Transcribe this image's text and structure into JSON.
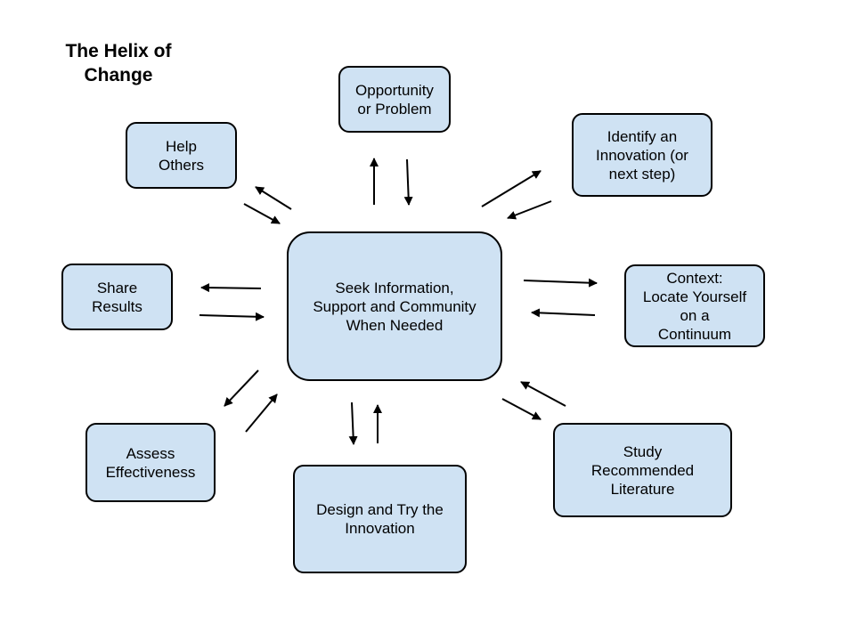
{
  "diagram": {
    "title": "The Helix of\nChange",
    "center": "Seek Information,\nSupport and Community\nWhen Needed",
    "nodes": {
      "opportunity": "Opportunity\nor Problem",
      "identify": "Identify an\nInnovation (or\nnext step)",
      "context": "Context:\nLocate Yourself\non a\nContinuum",
      "study": "Study\nRecommended\nLiterature",
      "design": "Design and Try the\nInnovation",
      "assess": "Assess\nEffectiveness",
      "share": "Share\nResults",
      "help": "Help\nOthers"
    },
    "colors": {
      "box_fill": "#cfe2f3",
      "border": "#000000",
      "arrow": "#000000"
    }
  }
}
